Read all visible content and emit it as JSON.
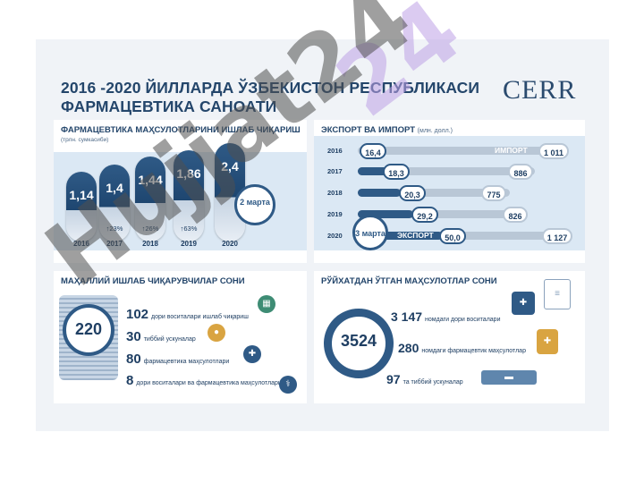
{
  "title_line1": "2016 -2020 ЙИЛЛАРДА ЎЗБЕКИСТОН РЕСПУБЛИКАСИ",
  "title_line2": "ФАРМАЦЕВТИКА САНОАТИ",
  "logo": {
    "word": "CERR"
  },
  "production": {
    "heading": "ФАРМАЦЕВТИКА МАҲСУЛОТЛАРИНИ ИШЛАБ ЧИҚАРИШ",
    "unit": "(трлн. сумкасиби)",
    "items": [
      {
        "year": "2016",
        "value": "1,14",
        "growth": ""
      },
      {
        "year": "2017",
        "value": "1,4",
        "growth": "↑23%"
      },
      {
        "year": "2018",
        "value": "1,44",
        "growth": "↑26%"
      },
      {
        "year": "2019",
        "value": "1,86",
        "growth": "↑63%"
      },
      {
        "year": "2020",
        "value": "2,4",
        "growth": ""
      }
    ],
    "badge": "2 марта"
  },
  "trade": {
    "heading": "ЭКСПОРТ ВА ИМПОРТ",
    "unit": "(млн. долл.)",
    "import_label": "ИМПОРТ",
    "export_label": "ЭКСПОРТ",
    "badge": "3 марта",
    "rows": [
      {
        "year": "2016",
        "export": "16,4",
        "import": "1 011"
      },
      {
        "year": "2017",
        "export": "18,3",
        "import": "886"
      },
      {
        "year": "2018",
        "export": "20,3",
        "import": "775"
      },
      {
        "year": "2019",
        "export": "29,2",
        "import": "826"
      },
      {
        "year": "2020",
        "export": "50,0",
        "import": "1 127"
      }
    ]
  },
  "producers": {
    "heading": "МАҲАЛЛИЙ ИШЛАБ ЧИҚАРУВЧИЛАР СОНИ",
    "total": "220",
    "items": [
      {
        "count": "102",
        "label": "дори воситалари ишлаб чиқариш"
      },
      {
        "count": "30",
        "label": "тиббий ускуналар"
      },
      {
        "count": "80",
        "label": "фармацевтика маҳсулотлари"
      },
      {
        "count": "8",
        "label": "дори воситалари ва фармацевтика маҳсулотлари"
      }
    ]
  },
  "registered": {
    "heading": "РЎЙХАТДАН ЎТГАН МАҲСУЛОТЛАР СОНИ",
    "total": "3524",
    "items": [
      {
        "count": "3 147",
        "label": "номдаги дори воситалари"
      },
      {
        "count": "280",
        "label": "номдаги фармацевтик маҳсулотлар"
      },
      {
        "count": "97",
        "label": "та тиббий ускуналар"
      }
    ]
  },
  "watermark": "Hujjat24"
}
